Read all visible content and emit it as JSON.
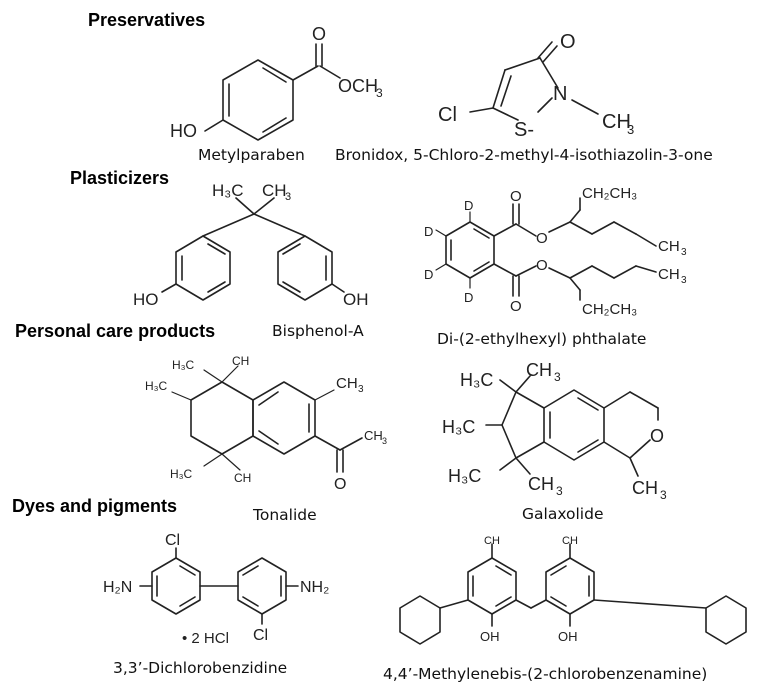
{
  "sections": {
    "preservatives": "Preservatives",
    "plasticizers": "Plasticizers",
    "personal_care": "Personal care products",
    "dyes": "Dyes and pigments"
  },
  "compounds": {
    "metylparaben": "Metylparaben",
    "bronidox": "Bronidox, 5-Chloro-2-methyl-4-isothiazolin-3-one",
    "bisphenol": "Bisphenol-A",
    "dehp": "Di-(2-ethylhexyl) phthalate",
    "tonalide": "Tonalide",
    "galaxolide": "Galaxolide",
    "dcb": "3,3’-Dichlorobenzidine",
    "mbca": "4,4’-Methylenebis-(2-chlorobenzenamine)"
  },
  "atoms": {
    "o": "O",
    "och3": "OCH",
    "ho": "HO",
    "oh": "OH",
    "cl": "Cl",
    "n": "N",
    "s": "S-",
    "ch3": "CH",
    "ch2ch3": "CH₂CH₃",
    "d": "D",
    "h3c": "H₃C",
    "h2n": "H₂N",
    "nh2": "NH₂",
    "three": "3",
    "salt": "• 2 HCl"
  }
}
